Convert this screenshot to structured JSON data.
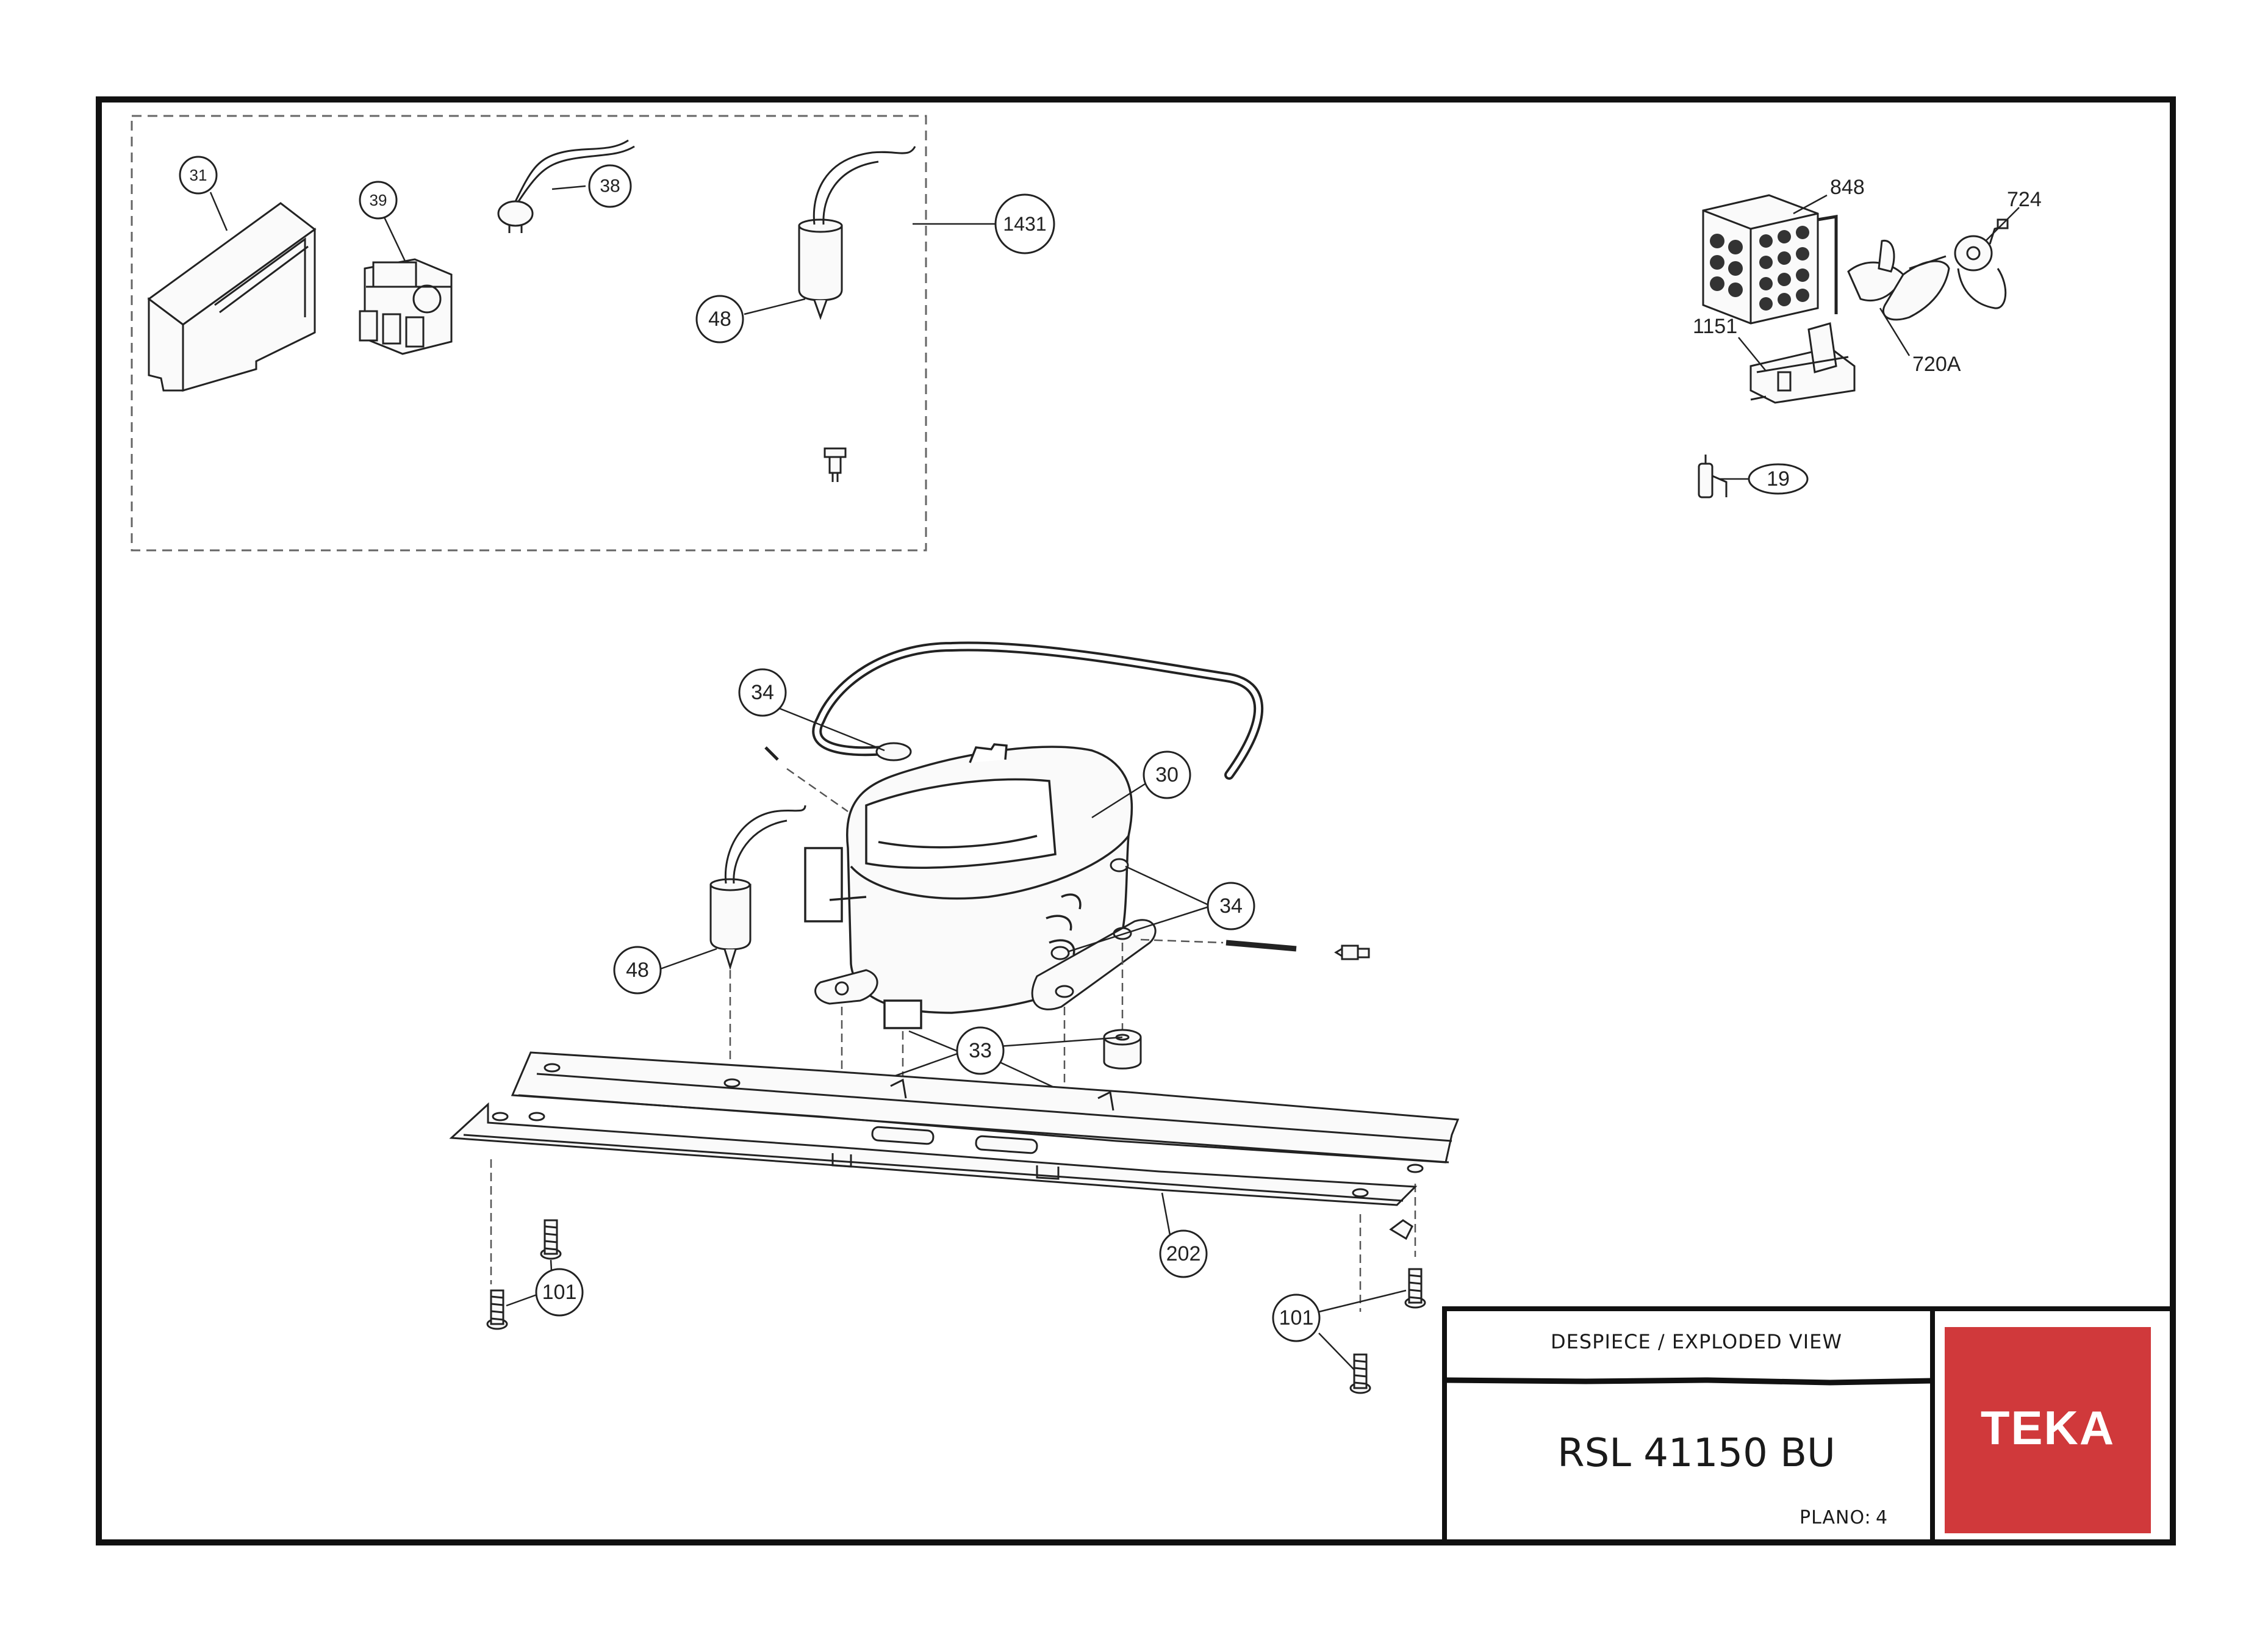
{
  "title_block": {
    "caption": "DESPIECE / EXPLODED VIEW",
    "model": "RSL 41150 BU",
    "plano_label": "PLANO:",
    "plano_value": "4"
  },
  "brand": {
    "name": "TEKA",
    "color": "#d0393b"
  },
  "callouts": {
    "c31": "31",
    "c39": "39",
    "c38": "38",
    "c1431": "1431",
    "c48_top": "48",
    "c848": "848",
    "c724": "724",
    "c1151": "1151",
    "c720A": "720A",
    "c19": "19",
    "c34_a": "34",
    "c30": "30",
    "c34_b": "34",
    "c48_main": "48",
    "c33": "33",
    "c202": "202",
    "c101_left": "101",
    "c101_right": "101"
  }
}
